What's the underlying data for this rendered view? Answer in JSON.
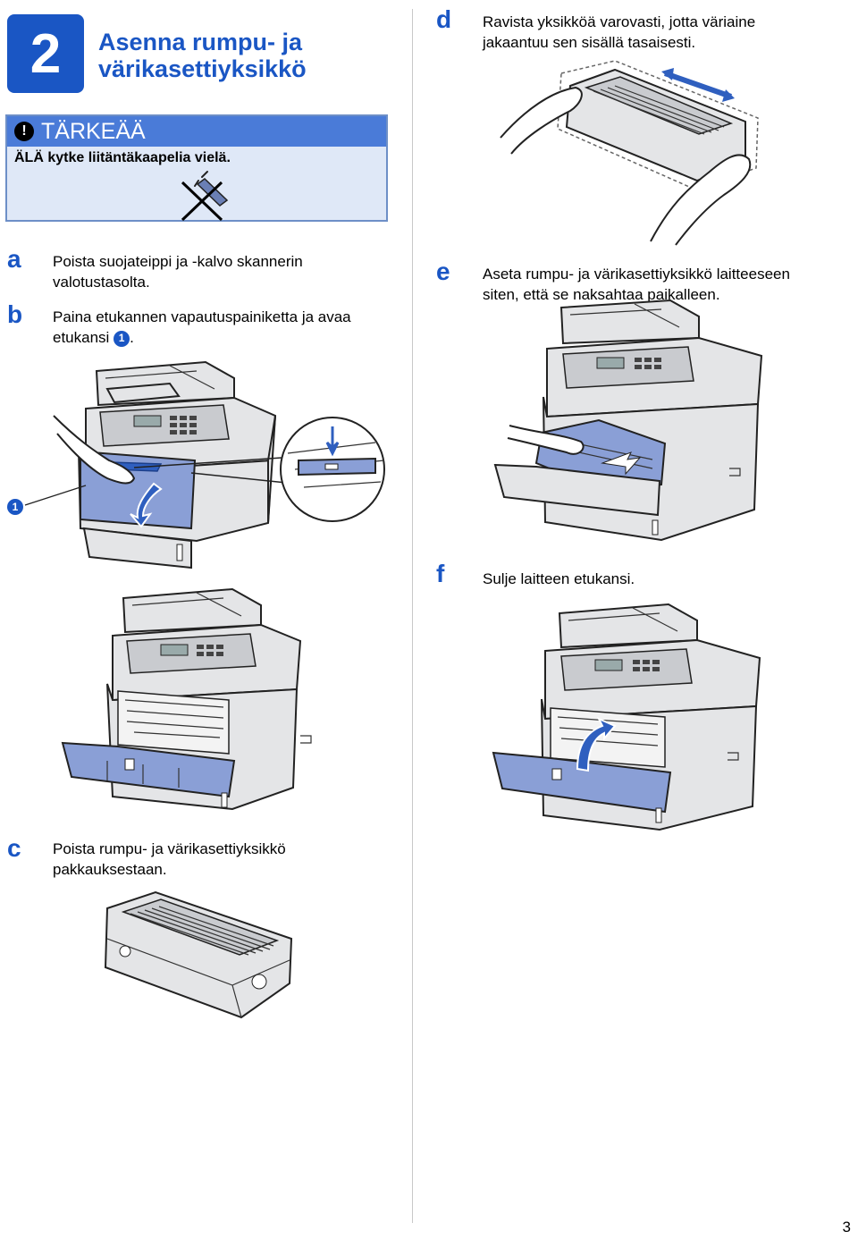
{
  "header": {
    "step_number": "2",
    "title_line1": "Asenna rumpu- ja",
    "title_line2": "värikasettiyksikkö"
  },
  "important": {
    "heading": "TÄRKEÄÄ",
    "text": "ÄLÄ kytke liitäntäkaapelia vielä."
  },
  "steps": {
    "a": {
      "letter": "a",
      "text_line1": "Poista suojateippi ja -kalvo skannerin",
      "text_line2": "valotustasolta."
    },
    "b": {
      "letter": "b",
      "text_line1": "Paina etukannen vapautuspainiketta ja avaa",
      "text_line2": "etukansi",
      "callout": "1"
    },
    "c": {
      "letter": "c",
      "text_line1": "Poista rumpu- ja värikasettiyksikkö",
      "text_line2": "pakkauksestaan."
    },
    "d": {
      "letter": "d",
      "text_line1": "Ravista yksikköä varovasti, jotta väriaine",
      "text_line2": "jakaantuu sen sisällä tasaisesti."
    },
    "e": {
      "letter": "e",
      "text_line1": "Aseta rumpu- ja värikasettiyksikkö laitteeseen",
      "text_line2": "siten, että se naksahtaa paikalleen."
    },
    "f": {
      "letter": "f",
      "text_line1": "Sulje laitteen etukansi."
    }
  },
  "figure_callout": "1",
  "page_number": "3",
  "colors": {
    "accent": "#1a56c4",
    "cover_blue": "#8a9fd6",
    "important_bg": "#dfe8f7"
  }
}
